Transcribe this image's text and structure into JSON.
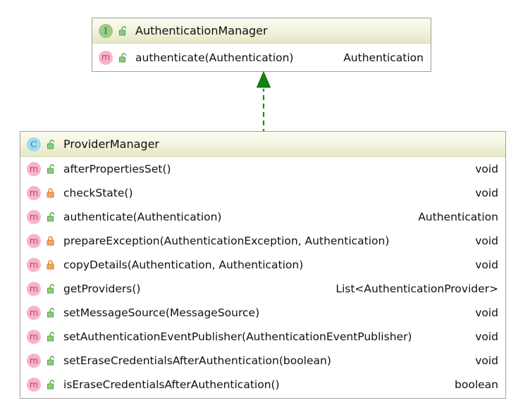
{
  "diagram": {
    "kind": "uml-class-diagram",
    "background": "#ffffff",
    "accent_green": "#1a8a1a",
    "header_gradient_top": "#fbfbf0",
    "header_gradient_bottom": "#e6e7c4",
    "border_color": "#a0a0a0"
  },
  "interface_box": {
    "kind_icon": "interface-icon",
    "kind_letter": "I",
    "visibility_icon": "unlocked-padlock-green-icon",
    "name": "AuthenticationManager",
    "members": [
      {
        "kind_icon": "method-icon",
        "kind_letter": "m",
        "visibility_icon": "unlocked-padlock-green-icon",
        "visibility": "public",
        "signature": "authenticate(Authentication)",
        "return_type": "Authentication"
      }
    ]
  },
  "class_box": {
    "kind_icon": "class-icon",
    "kind_letter": "C",
    "visibility_icon": "unlocked-padlock-green-icon",
    "name": "ProviderManager",
    "members": [
      {
        "kind_icon": "method-icon",
        "kind_letter": "m",
        "visibility_icon": "unlocked-padlock-green-icon",
        "visibility": "public",
        "signature": "afterPropertiesSet()",
        "return_type": "void"
      },
      {
        "kind_icon": "method-icon",
        "kind_letter": "m",
        "visibility_icon": "locked-padlock-orange-icon",
        "visibility": "protected",
        "signature": "checkState()",
        "return_type": "void"
      },
      {
        "kind_icon": "method-icon",
        "kind_letter": "m",
        "visibility_icon": "unlocked-padlock-green-icon",
        "visibility": "public",
        "signature": "authenticate(Authentication)",
        "return_type": "Authentication"
      },
      {
        "kind_icon": "method-icon",
        "kind_letter": "m",
        "visibility_icon": "locked-padlock-orange-icon",
        "visibility": "protected",
        "signature": "prepareException(AuthenticationException, Authentication)",
        "return_type": "void"
      },
      {
        "kind_icon": "method-icon",
        "kind_letter": "m",
        "visibility_icon": "locked-padlock-orange-icon",
        "visibility": "protected",
        "signature": "copyDetails(Authentication, Authentication)",
        "return_type": "void"
      },
      {
        "kind_icon": "method-icon",
        "kind_letter": "m",
        "visibility_icon": "unlocked-padlock-green-icon",
        "visibility": "public",
        "signature": "getProviders()",
        "return_type": "List<AuthenticationProvider>"
      },
      {
        "kind_icon": "method-icon",
        "kind_letter": "m",
        "visibility_icon": "unlocked-padlock-green-icon",
        "visibility": "public",
        "signature": "setMessageSource(MessageSource)",
        "return_type": "void"
      },
      {
        "kind_icon": "method-icon",
        "kind_letter": "m",
        "visibility_icon": "unlocked-padlock-green-icon",
        "visibility": "public",
        "signature": "setAuthenticationEventPublisher(AuthenticationEventPublisher)",
        "return_type": "void"
      },
      {
        "kind_icon": "method-icon",
        "kind_letter": "m",
        "visibility_icon": "unlocked-padlock-green-icon",
        "visibility": "public",
        "signature": "setEraseCredentialsAfterAuthentication(boolean)",
        "return_type": "void"
      },
      {
        "kind_icon": "method-icon",
        "kind_letter": "m",
        "visibility_icon": "unlocked-padlock-green-icon",
        "visibility": "public",
        "signature": "isEraseCredentialsAfterAuthentication()",
        "return_type": "boolean"
      }
    ]
  },
  "connector": {
    "type": "realization",
    "style": "dashed",
    "arrowhead": "filled-triangle",
    "color": "#1a8a1a",
    "from": "ProviderManager",
    "to": "AuthenticationManager"
  }
}
